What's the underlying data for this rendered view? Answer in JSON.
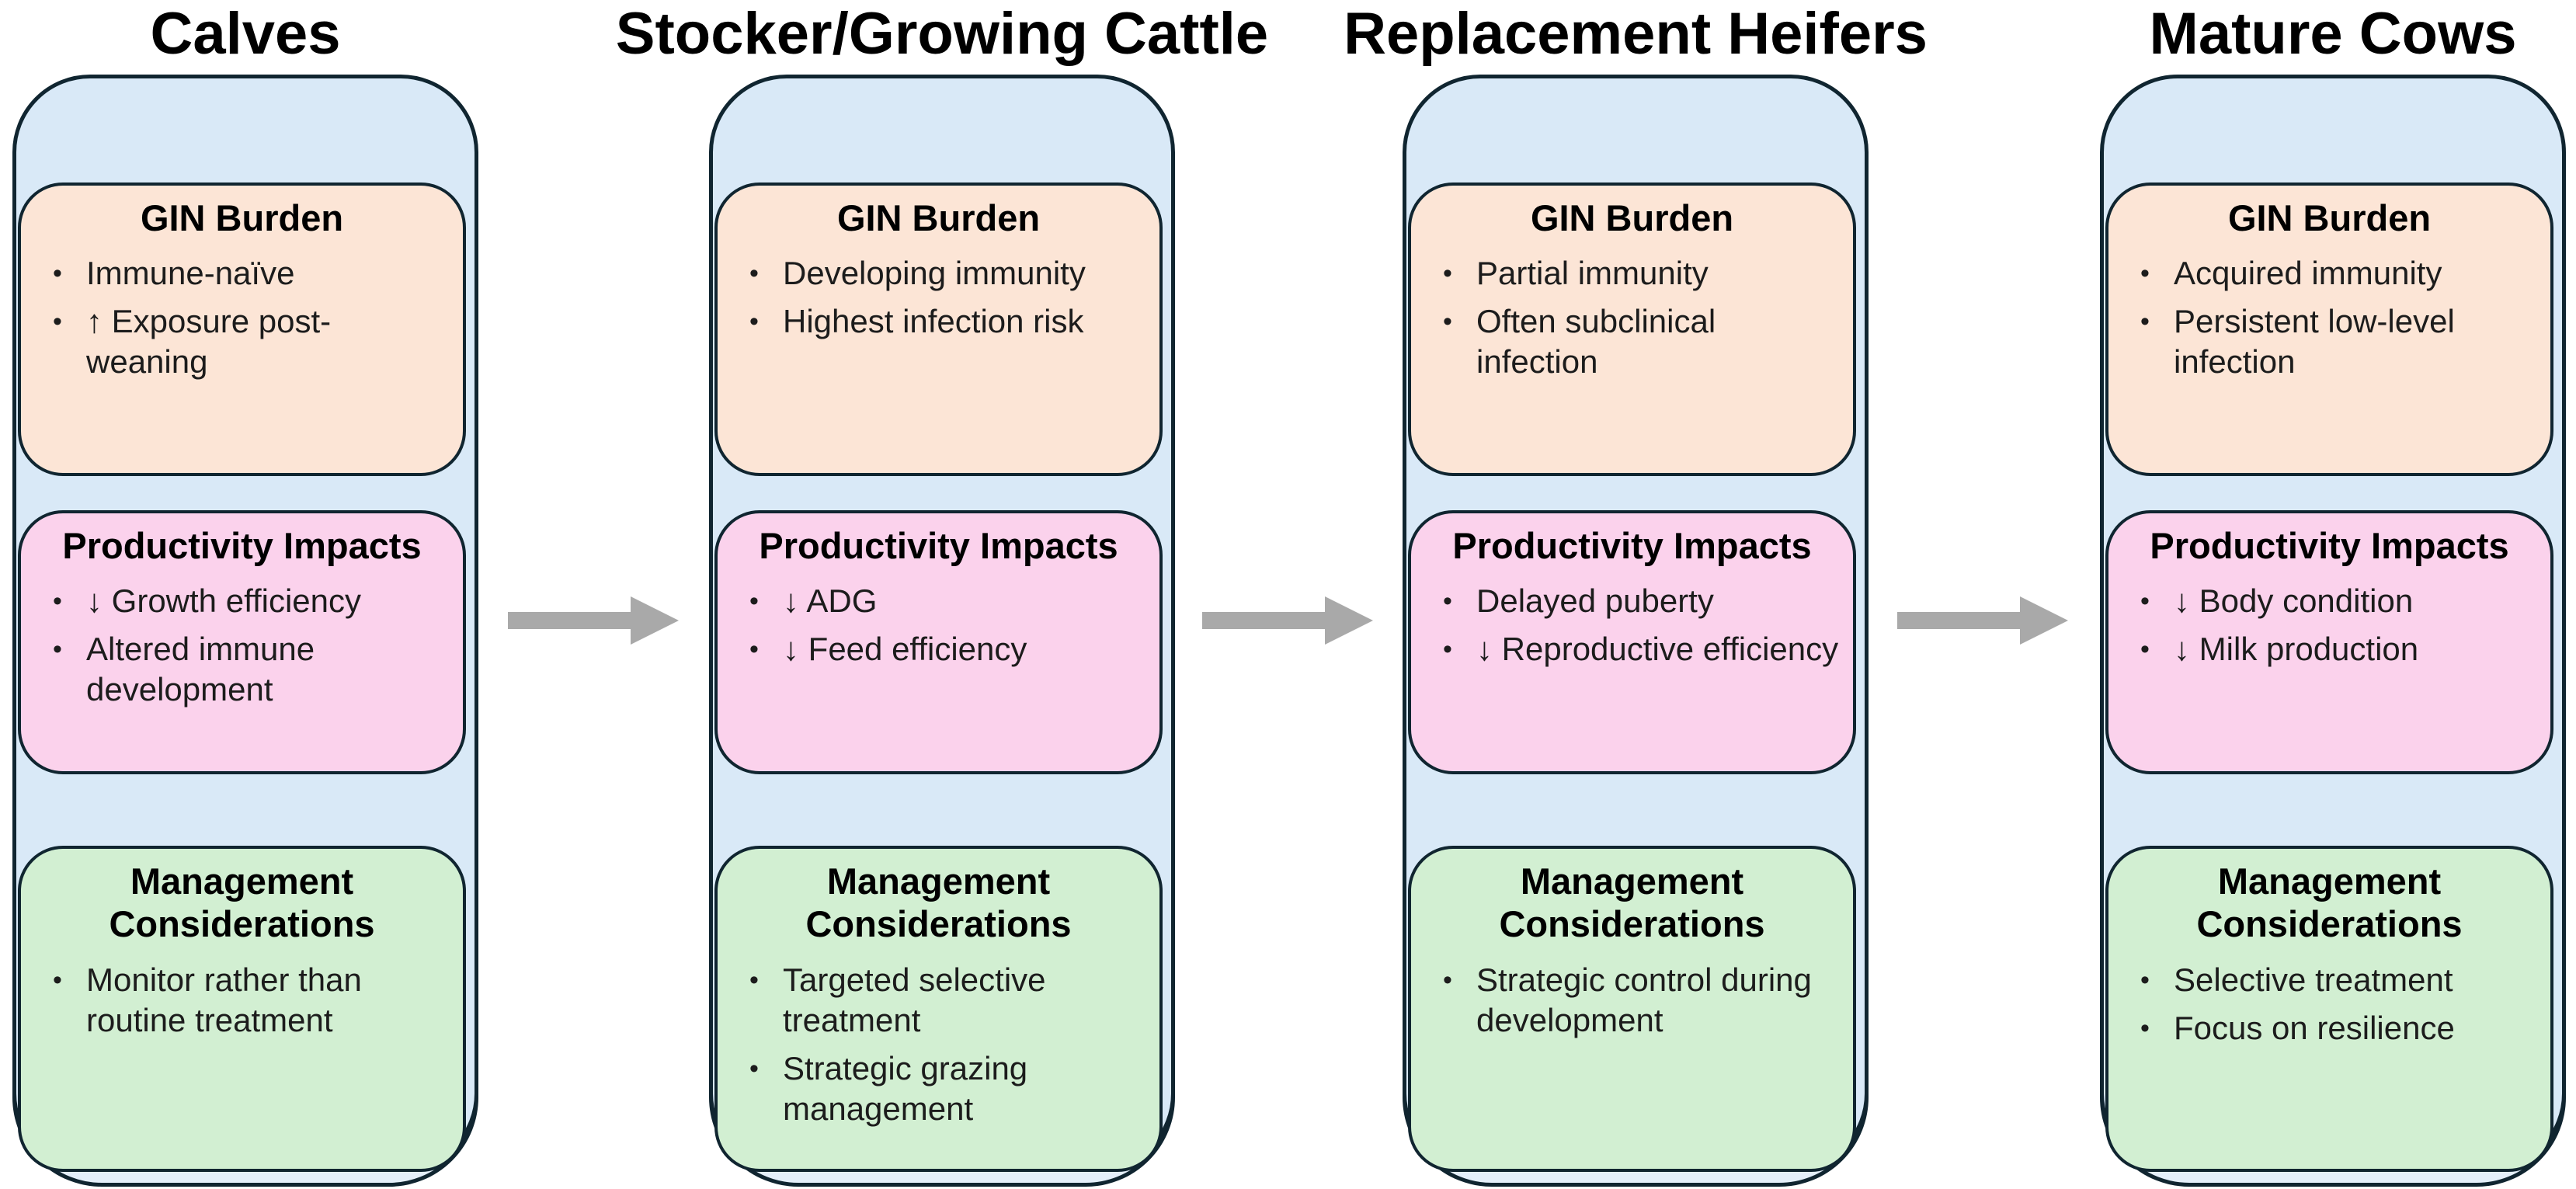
{
  "bullet_glyph": "•",
  "colors": {
    "container_blue": "#D9E9F7",
    "container_blue_light": "#E4EFFA",
    "peach": "#FCE5D6",
    "pink": "#FBD2EC",
    "green": "#D2EFD2",
    "border": "#102530",
    "arrow": "#A9A9A9",
    "text": "#1C1C1C"
  },
  "section_headings": {
    "gin": "GIN Burden",
    "prod": "Productivity Impacts",
    "mgmt": "Management Considerations"
  },
  "columns": [
    {
      "title": "Calves",
      "gin": [
        "Immune-naïve",
        "↑ Exposure post-weaning"
      ],
      "prod": [
        "↓ Growth efficiency",
        "Altered immune development"
      ],
      "mgmt": [
        "Monitor rather than routine treatment"
      ]
    },
    {
      "title": "Stocker/Growing Cattle",
      "gin": [
        "Developing immunity",
        "Highest infection risk"
      ],
      "prod": [
        "↓ ADG",
        "↓ Feed efficiency"
      ],
      "mgmt": [
        "Targeted selective treatment",
        "Strategic grazing management"
      ]
    },
    {
      "title": "Replacement Heifers",
      "gin": [
        "Partial immunity",
        "Often subclinical infection"
      ],
      "prod": [
        "Delayed puberty",
        "↓ Reproductive efficiency"
      ],
      "mgmt": [
        "Strategic control during development"
      ]
    },
    {
      "title": "Mature Cows",
      "gin": [
        "Acquired immunity",
        "Persistent low-level infection"
      ],
      "prod": [
        "↓ Body condition",
        "↓ Milk production"
      ],
      "mgmt": [
        "Selective treatment",
        "Focus on resilience"
      ]
    }
  ]
}
